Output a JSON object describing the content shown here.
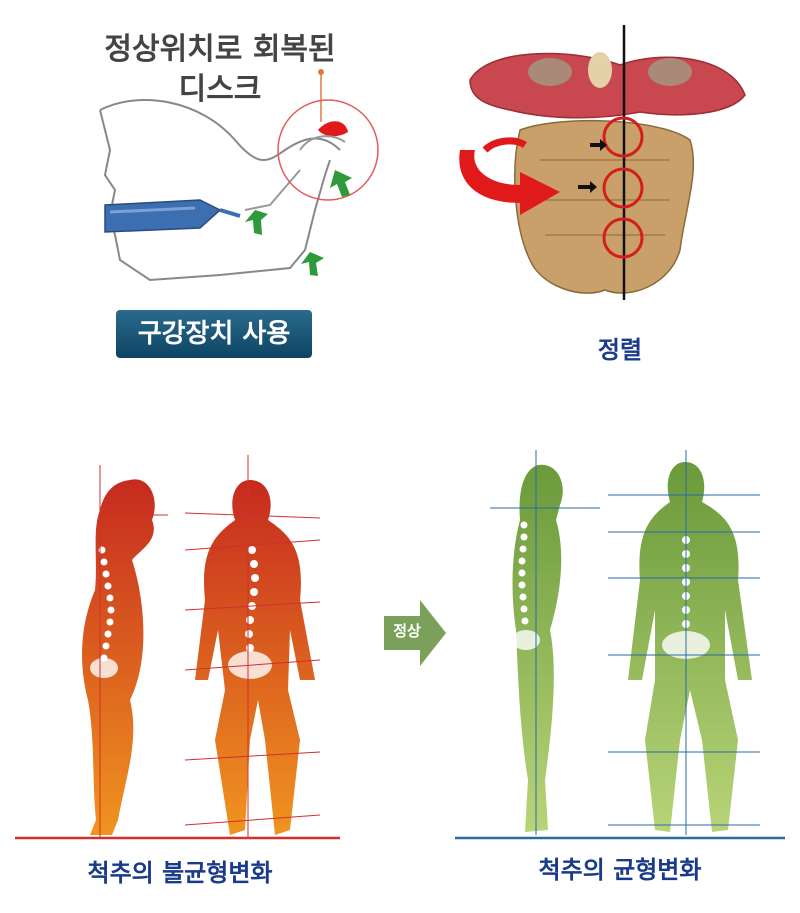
{
  "top_left": {
    "title_line1": "정상위치로 회복된",
    "title_line2": "디스크",
    "button_label": "구강장치 사용"
  },
  "top_right": {
    "caption": "정렬"
  },
  "bottom_left": {
    "caption": "척추의 불균형변화"
  },
  "middle": {
    "arrow_label": "정상"
  },
  "bottom_right": {
    "caption": "척추의 균형변화"
  },
  "colors": {
    "imbalance_top": "#c62a1f",
    "imbalance_bottom": "#f0941f",
    "balance_top": "#6a9a3a",
    "balance_bottom": "#b8d478",
    "caption_blue": "#1a3a8a",
    "red_line": "#d22f2f",
    "blue_line": "#2a6aa8"
  }
}
